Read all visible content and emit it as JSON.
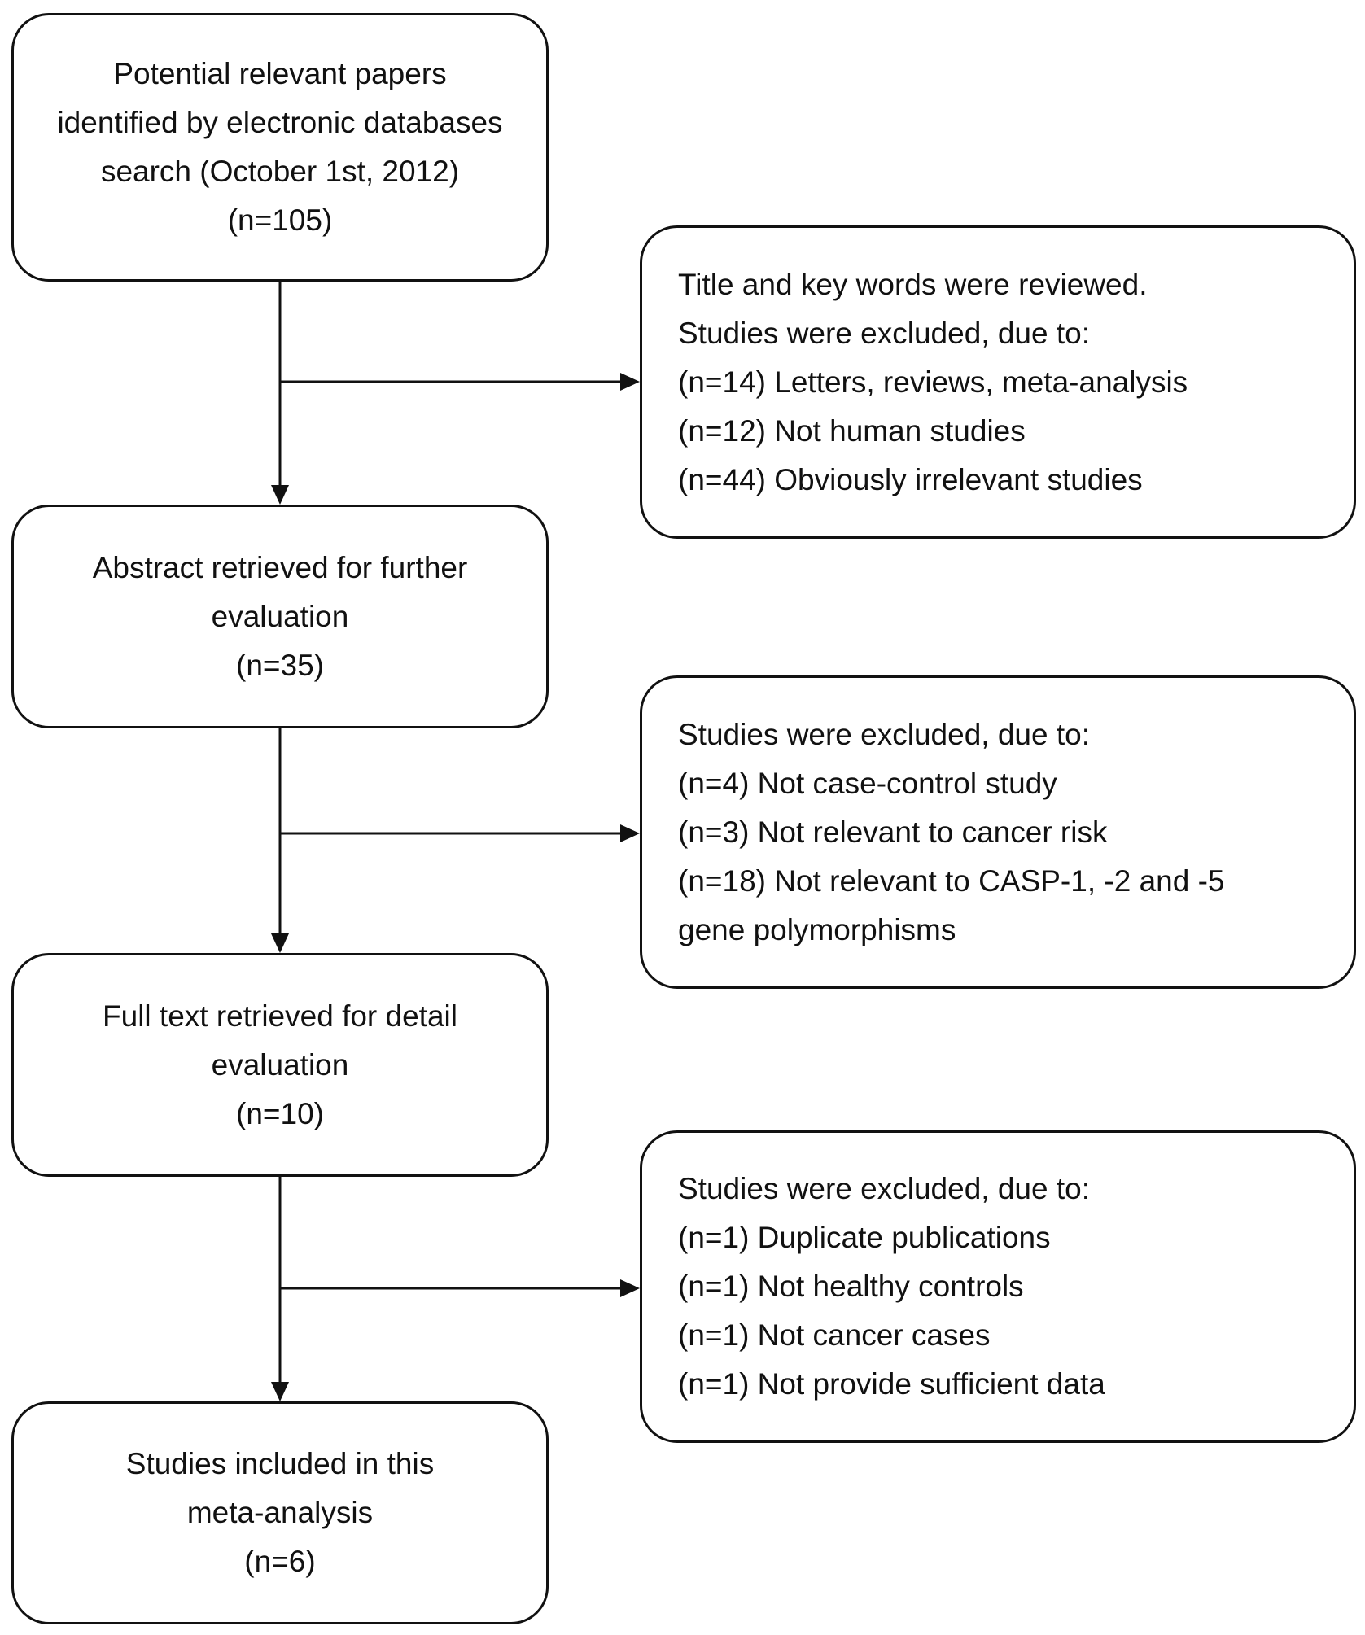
{
  "flow": {
    "identified": {
      "lines": [
        "Potential relevant papers",
        "identified by electronic databases",
        "search (October 1st, 2012)",
        "(n=105)"
      ]
    },
    "abstract": {
      "lines": [
        "Abstract retrieved for further",
        "evaluation",
        "(n=35)"
      ]
    },
    "fulltext": {
      "lines": [
        "Full text retrieved for detail",
        "evaluation",
        "(n=10)"
      ]
    },
    "included": {
      "lines": [
        "Studies included in this",
        "meta-analysis",
        "(n=6)"
      ]
    }
  },
  "exclusions": {
    "first": {
      "lines": [
        "Title and key words were reviewed.",
        "Studies were excluded, due to:",
        "(n=14) Letters, reviews, meta-analysis",
        "(n=12) Not human studies",
        "(n=44) Obviously irrelevant studies"
      ]
    },
    "second": {
      "lines": [
        "Studies were excluded, due to:",
        "(n=4) Not case-control study",
        "(n=3) Not relevant to cancer risk",
        "(n=18) Not relevant to CASP-1, -2 and -5",
        "gene polymorphisms"
      ]
    },
    "third": {
      "lines": [
        "Studies were excluded, due to:",
        "(n=1) Duplicate publications",
        "(n=1) Not healthy controls",
        "(n=1) Not cancer cases",
        "(n=1) Not provide sufficient data"
      ]
    }
  },
  "colors": {
    "stroke": "#111111",
    "background": "#ffffff"
  }
}
